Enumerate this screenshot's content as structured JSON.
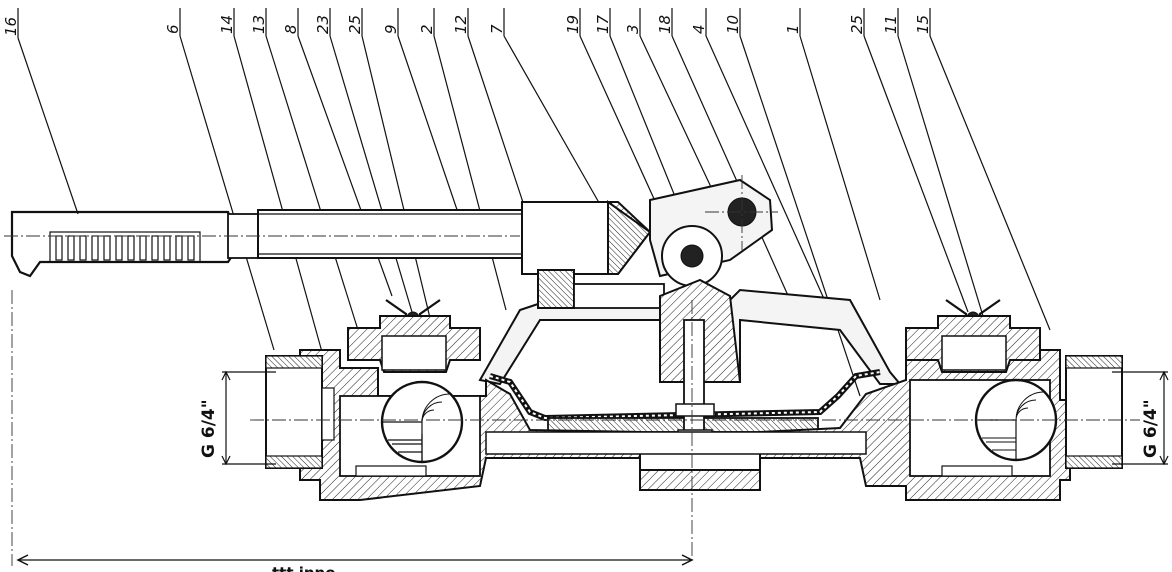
{
  "part_labels": [
    "16",
    "6",
    "14",
    "13",
    "8",
    "23",
    "25",
    "9",
    "2",
    "12",
    "7",
    "19",
    "17",
    "3",
    "18",
    "4",
    "10",
    "1",
    "25",
    "11",
    "15"
  ],
  "dimensions": {
    "port_left": "G 6/4\"",
    "port_right": "G 6/4\"",
    "bottom_partial": "ttt inno"
  }
}
